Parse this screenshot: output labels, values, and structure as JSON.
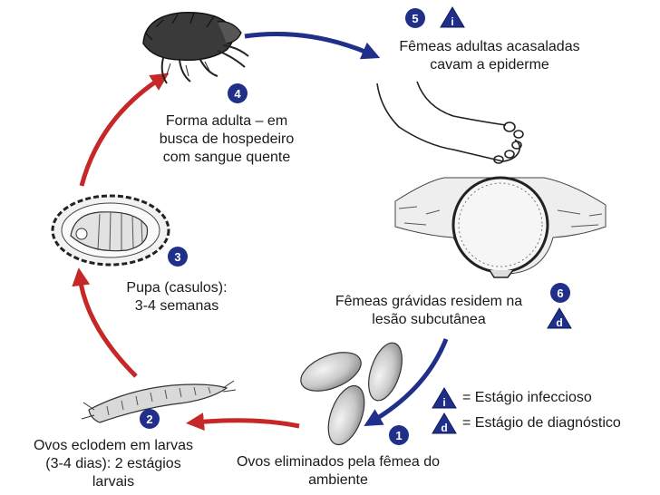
{
  "labels": {
    "stage5": [
      "Fêmeas adultas acasaladas",
      "cavam a epiderme"
    ],
    "stage4": [
      "Forma adulta – em",
      "busca de hospedeiro",
      "com sangue quente"
    ],
    "stage3": [
      "Pupa (casulos):",
      "3-4 semanas"
    ],
    "stage6": [
      "Fêmeas grávidas residem na",
      "lesão subcutânea"
    ],
    "stage2": [
      "Ovos eclodem em larvas",
      "(3-4 dias): 2 estágios",
      "larvais"
    ],
    "stage1": [
      "Ovos eliminados pela fêmea do",
      "ambiente"
    ]
  },
  "step_numbers": {
    "s1": "1",
    "s2": "2",
    "s3": "3",
    "s4": "4",
    "s5": "5",
    "s6": "6"
  },
  "badges": {
    "infective": "i",
    "diagnostic": "d"
  },
  "legend": {
    "infective": "= Estágio infeccioso",
    "diagnostic": "= Estágio de diagnóstico"
  },
  "colors": {
    "host_arrow": "#1f2f8a",
    "environment_arrow": "#c62828",
    "badge": "#1f2f8a",
    "badge_text": "#ffffff"
  }
}
